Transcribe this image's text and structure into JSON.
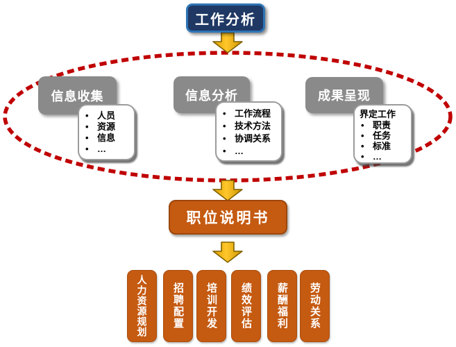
{
  "diagram": {
    "title": "工作分析",
    "phases": [
      {
        "label": "信息收集",
        "items": [
          "人员",
          "资源",
          "信息",
          "…"
        ]
      },
      {
        "label": "信息分析",
        "items": [
          "工作流程",
          "技术方法",
          "协调关系",
          "…"
        ]
      },
      {
        "label": "成果呈现",
        "header": "界定工作",
        "items": [
          "职责",
          "任务",
          "标准",
          "…"
        ]
      }
    ],
    "output": "职位说明书",
    "applications": [
      "人力资源规划",
      "招聘配置",
      "培训开发",
      "绩效评估",
      "薪酬福利",
      "劳动关系"
    ],
    "colors": {
      "title_box_fill": "#1F3864",
      "title_box_border": "#2E75B6",
      "phase_box_fill": "#8A8A8A",
      "scope_ellipse_stroke": "#C00000",
      "arrow_fill": "#FFC000",
      "arrow_border": "#7F6000",
      "output_box_fill": "#C55A11",
      "text_on_dark": "#FFFFFF"
    }
  }
}
